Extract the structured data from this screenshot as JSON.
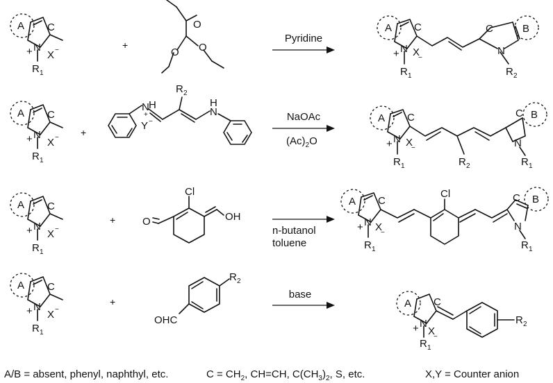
{
  "atoms": {
    "A": "A",
    "B": "B",
    "C": "C",
    "N": "N",
    "plus": "+",
    "minus": "−",
    "X": "X",
    "Y": "Y",
    "R": "R",
    "one": "1",
    "two": "2",
    "O": "O",
    "OH": "OH",
    "OHC": "OHC",
    "H": "H",
    "Cl": "Cl"
  },
  "reactions": [
    {
      "plus_sign": "+",
      "condition_top": "Pyridine",
      "condition_bottom": ""
    },
    {
      "plus_sign": "+",
      "condition_top": "NaOAc",
      "condition_bottom_pre": "(Ac)",
      "condition_bottom_sub": "2",
      "condition_bottom_post": "O"
    },
    {
      "plus_sign": "+",
      "condition_top": "n-butanol",
      "condition_bottom": "toluene"
    },
    {
      "plus_sign": "+",
      "condition_top": "base",
      "condition_bottom": ""
    }
  ],
  "footnote": {
    "ab": "A/B = absent, phenyl, naphthyl, etc.",
    "c_pre": "C = CH",
    "c_sub1": "2",
    "c_mid": ", CH=CH, C(CH",
    "c_sub2": "3",
    "c_mid2": ")",
    "c_sub3": "2",
    "c_post": ", S, etc.",
    "xy": "X,Y = Counter anion"
  }
}
